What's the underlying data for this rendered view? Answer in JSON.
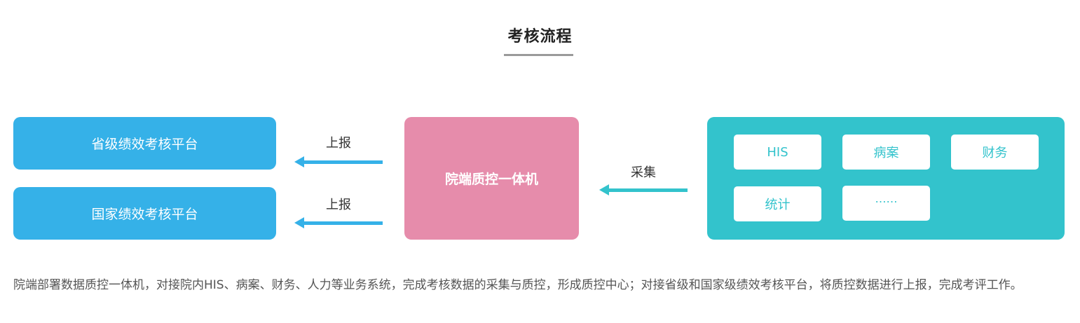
{
  "title": "考核流程",
  "left_platforms": [
    {
      "label": "省级绩效考核平台"
    },
    {
      "label": "国家绩效考核平台"
    }
  ],
  "arrows": {
    "report_label_1": "上报",
    "report_label_2": "上报",
    "collect_label": "采集"
  },
  "center": {
    "label": "院端质控一体机"
  },
  "systems": [
    {
      "label": "HIS"
    },
    {
      "label": "病案"
    },
    {
      "label": "财务"
    },
    {
      "label": "统计"
    },
    {
      "label": "……"
    }
  ],
  "description": "院端部署数据质控一体机，对接院内HIS、病案、财务、人力等业务系统，完成考核数据的采集与质控，形成质控中心；对接省级和国家级绩效考核平台，将质控数据进行上报，完成考评工作。",
  "colors": {
    "platform_blue": "#35b1e8",
    "center_pink": "#e68cab",
    "systems_teal": "#33c3cc"
  }
}
